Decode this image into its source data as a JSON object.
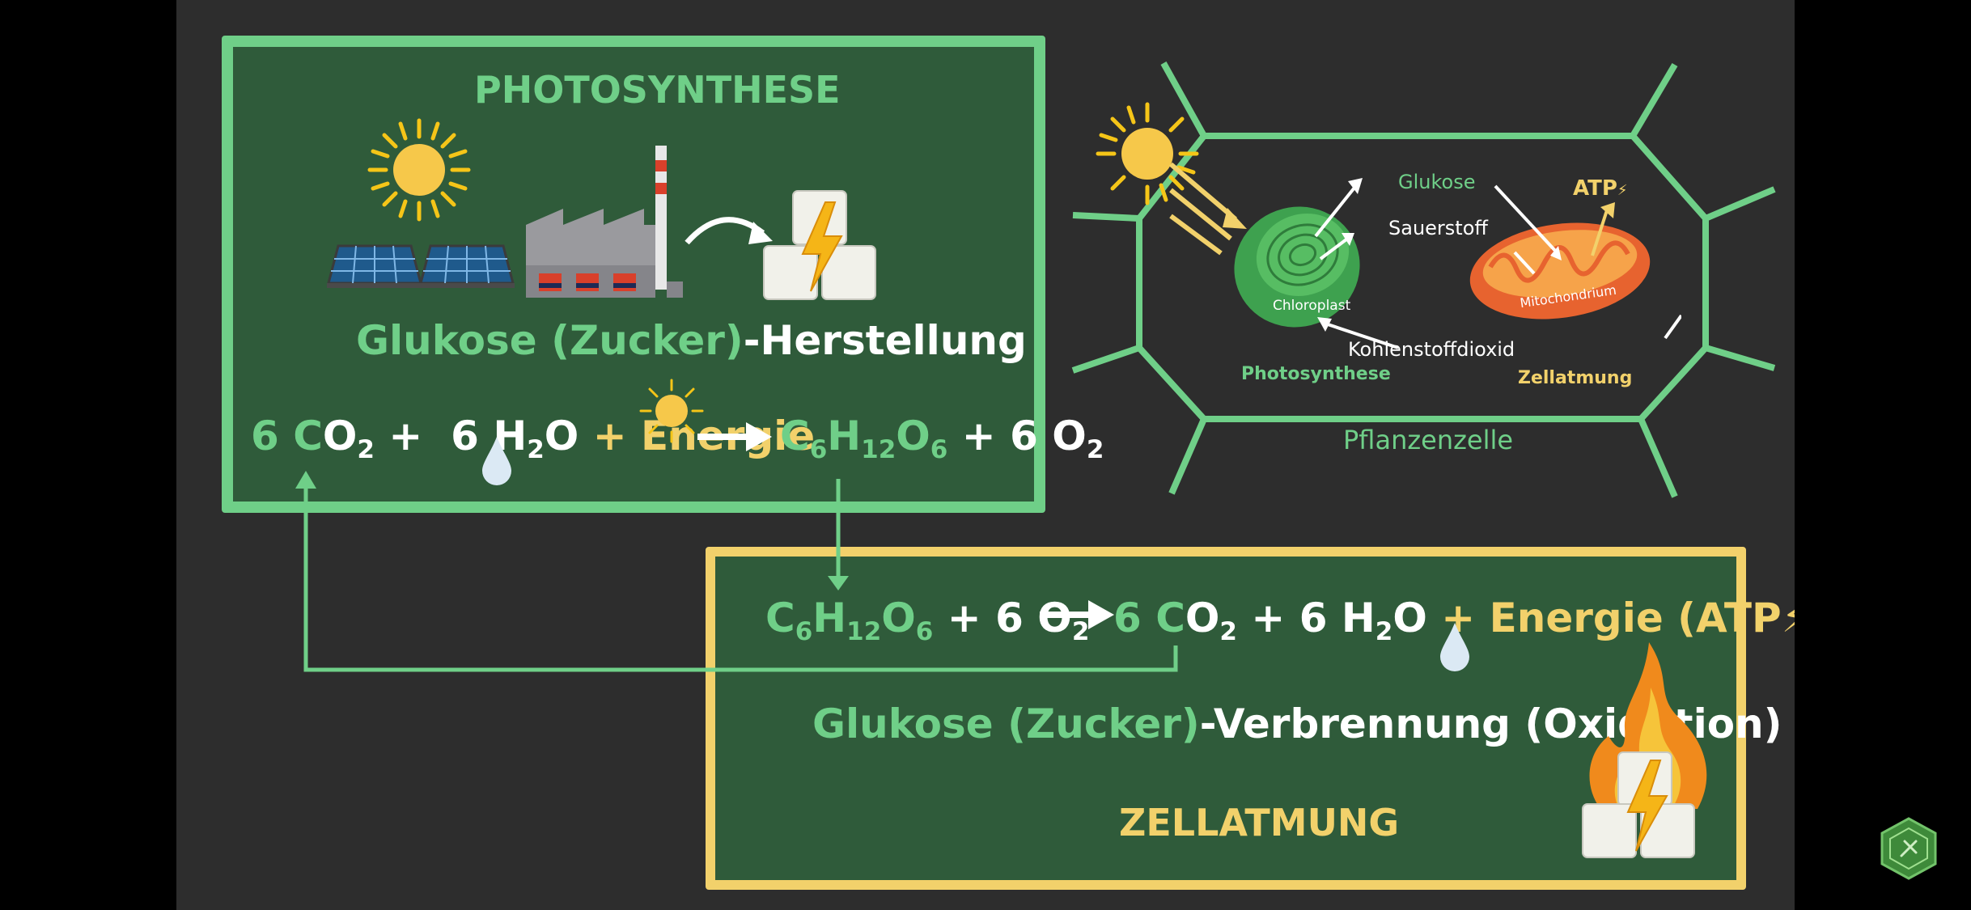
{
  "photosynthesis_panel": {
    "title": "PHOTOSYNTHESE",
    "caption_green": "Glukose (Zucker)",
    "caption_white": "-Herstellung",
    "equation": {
      "co2_coef": "6 C",
      "co2_o": "O",
      "co2_sub": "2",
      "plus1": "+",
      "h2o_coef": "6 H",
      "h2o_sub": "2",
      "h2o_o": "O",
      "plus2": "+",
      "energy": "Energie",
      "glucose_c": "C",
      "glucose_c_sub": "6",
      "glucose_h": "H",
      "glucose_h_sub": "12",
      "glucose_o": "O",
      "glucose_o_sub": "6",
      "o2_part": "+ 6 O",
      "o2_sub": "2"
    }
  },
  "cell_diagram": {
    "glukose": "Glukose",
    "sauerstoff": "Sauerstoff",
    "atp": "ATP",
    "chloroplast": "Chloroplast",
    "mitochondrium": "Mitochondrium",
    "kohlenstoffdioxid": "Kohlenstoffdioxid",
    "photosynthese": "Photosynthese",
    "zellatmung": "Zellatmung",
    "pflanzenzelle": "Pflanzenzelle"
  },
  "respiration_panel": {
    "title": "ZELLATMUNG",
    "caption_green": "Glukose (Zucker)",
    "caption_white": "-Verbrennung (Oxidation)",
    "equation": {
      "glucose_c": "C",
      "glucose_c_sub": "6",
      "glucose_h": "H",
      "glucose_h_sub": "12",
      "glucose_o": "O",
      "glucose_o_sub": "6",
      "o2_part": "+ 6 O",
      "o2_sub": "2",
      "co2_coef": "6 C",
      "co2_o": "O",
      "co2_sub": "2",
      "h2o_part": "+ 6 H",
      "h2o_sub": "2",
      "h2o_o": "O",
      "energy": "+ Energie (ATP",
      "energy_close": ")"
    }
  },
  "colors": {
    "background": "#2d2d2d",
    "panel_fill": "#2f5b3a",
    "green_accent": "#6fcf88",
    "yellow_accent": "#f2d16b"
  }
}
